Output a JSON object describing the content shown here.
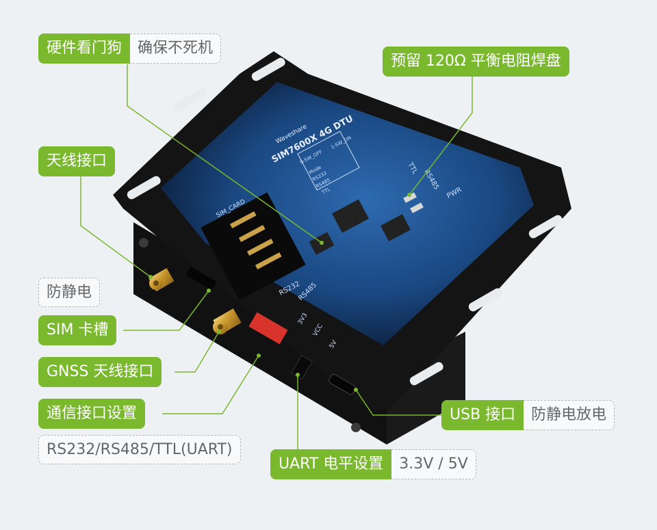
{
  "colors": {
    "accent_green": "#7ab82e",
    "leader_line": "#7ab82e",
    "board_blue": "#1f4f8c",
    "case": "#141414"
  },
  "labels": {
    "watchdog": {
      "title": "硬件看门狗",
      "desc": "确保不死机"
    },
    "termination": {
      "title": "预留 120Ω 平衡电阻焊盘"
    },
    "antenna": {
      "title": "天线接口"
    },
    "esd": {
      "desc": "防静电"
    },
    "sim": {
      "title": "SIM 卡槽"
    },
    "gnss": {
      "title": "GNSS 天线接口"
    },
    "comm": {
      "title": "通信接口设置",
      "desc": "RS232/RS485/TTL(UART)"
    },
    "usb": {
      "title": "USB 接口",
      "desc": "防静电放电"
    },
    "uart_level": {
      "title": "UART 电平设置",
      "desc": "3.3V / 5V"
    }
  },
  "silkscreen": {
    "brand": "Waveshare",
    "model": "SIM7600X 4G DTU",
    "sim_card": "SIM_CARD",
    "rs232": "RS232",
    "rs485": "RS485",
    "ttl": "TTL",
    "pwr": "PWR",
    "v33": "3V3",
    "vcc": "VCC",
    "v5": "5V",
    "sw_off": "0-SW_OFF",
    "sw_on": "1-SW_ON",
    "mode": "Mode",
    "table_rows": [
      "RS232",
      "RS485",
      "TTL"
    ]
  }
}
